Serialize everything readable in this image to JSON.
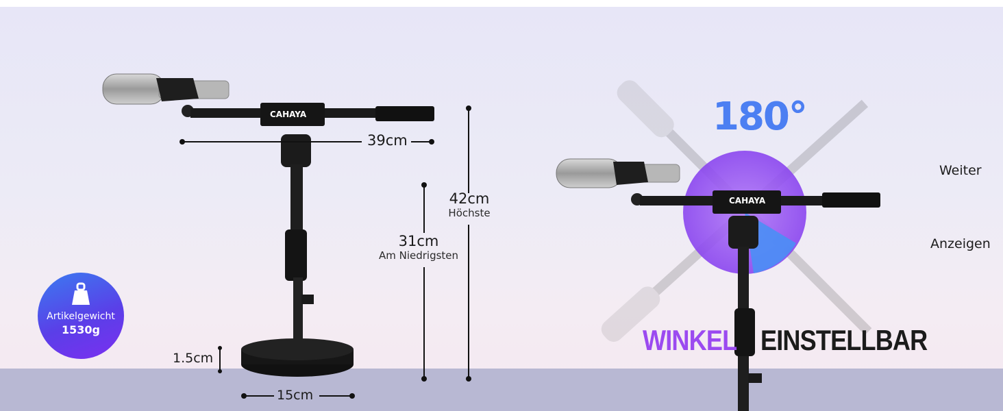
{
  "brand": "CAHAYA",
  "dimensions": {
    "width": "39cm",
    "max_height": "42cm",
    "max_height_label": "Höchste",
    "min_height": "31cm",
    "min_height_label": "Am Niedrigsten",
    "base_thickness": "1.5cm",
    "base_diameter": "15cm"
  },
  "weight_badge": {
    "label": "Artikelgewicht",
    "value": "1530g"
  },
  "angle": {
    "value": "180°",
    "headline_colored": "WINKEL",
    "headline_dark": "EINSTELLBAR"
  },
  "nav": {
    "more": "Weiter",
    "show": "Anzeigen"
  },
  "colors": {
    "accent_purple": "#9b4af0",
    "accent_blue": "#3b7bf0"
  }
}
